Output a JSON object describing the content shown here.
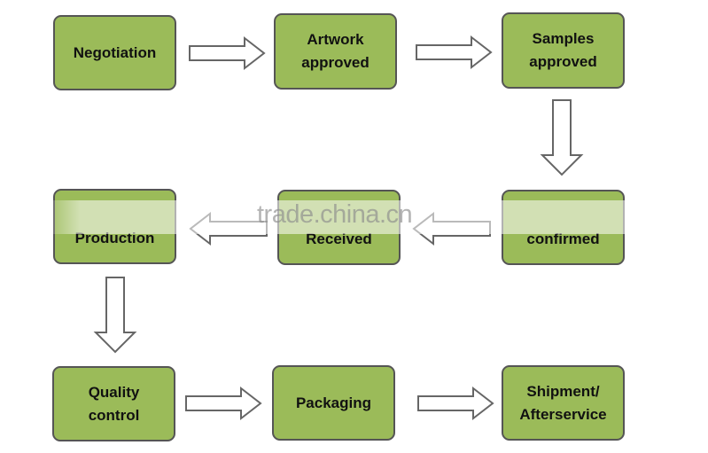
{
  "colors": {
    "node_fill": "#9bbb59",
    "node_border": "#555555",
    "arrow_fill": "#ffffff",
    "arrow_stroke": "#666666"
  },
  "nodes": [
    {
      "id": "negotiation",
      "label": "Negotiation"
    },
    {
      "id": "artwork-approved",
      "label": "Artwork\napproved"
    },
    {
      "id": "samples-approved",
      "label": "Samples\napproved"
    },
    {
      "id": "confirmed",
      "label": "confirmed"
    },
    {
      "id": "received",
      "label": "Received"
    },
    {
      "id": "production",
      "label": "Production"
    },
    {
      "id": "quality-control",
      "label": "Quality\ncontrol"
    },
    {
      "id": "packaging",
      "label": "Packaging"
    },
    {
      "id": "shipment-afterservice",
      "label": "Shipment/\nAfterservice"
    }
  ],
  "edges": [
    {
      "from": "negotiation",
      "to": "artwork-approved"
    },
    {
      "from": "artwork-approved",
      "to": "samples-approved"
    },
    {
      "from": "samples-approved",
      "to": "confirmed"
    },
    {
      "from": "confirmed",
      "to": "received"
    },
    {
      "from": "received",
      "to": "production"
    },
    {
      "from": "production",
      "to": "quality-control"
    },
    {
      "from": "quality-control",
      "to": "packaging"
    },
    {
      "from": "packaging",
      "to": "shipment-afterservice"
    }
  ],
  "watermark": "trade.china.cn"
}
